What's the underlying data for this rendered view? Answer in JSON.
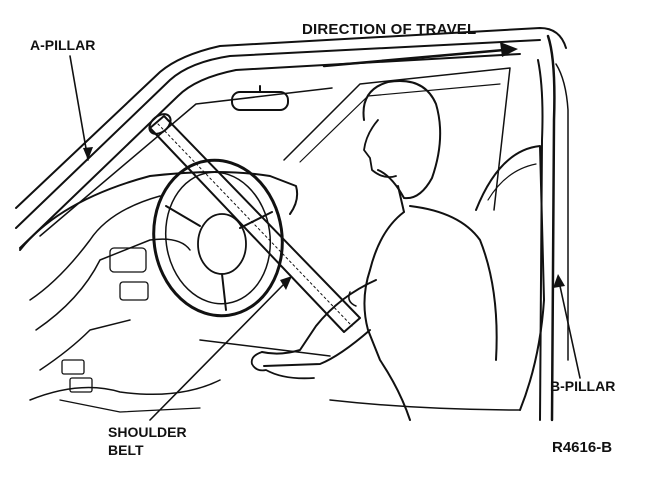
{
  "labels": {
    "a_pillar": "A-PILLAR",
    "direction_of_travel": "DIRECTION OF TRAVEL",
    "b_pillar": "B-PILLAR",
    "shoulder_belt_line1": "SHOULDER",
    "shoulder_belt_line2": "BELT",
    "figure_code": "R4616-B"
  },
  "colors": {
    "ink": "#111111",
    "paper": "#ffffff"
  }
}
